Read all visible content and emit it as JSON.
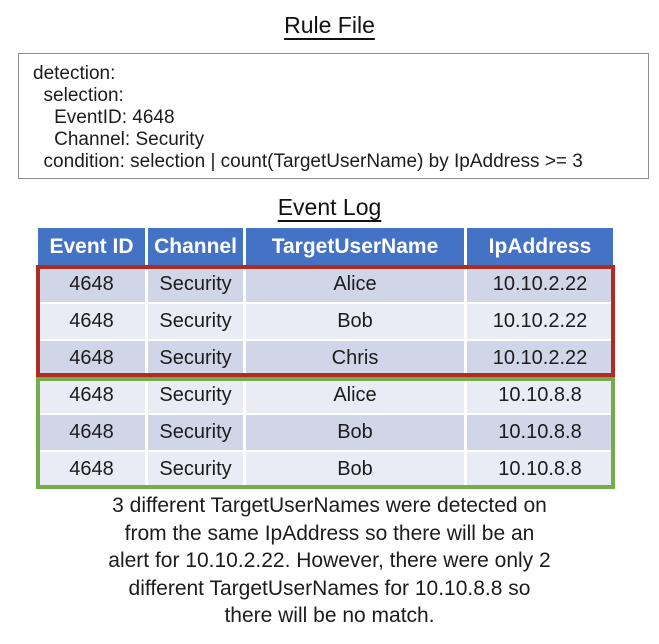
{
  "rule_file": {
    "title": "Rule File",
    "lines": [
      "detection:",
      "  selection:",
      "    EventID: 4648",
      "    Channel: Security",
      "  condition: selection | count(TargetUserName) by IpAddress >= 3"
    ]
  },
  "event_log": {
    "title": "Event Log",
    "headers": [
      "Event ID",
      "Channel",
      "TargetUserName",
      "IpAddress"
    ],
    "rows": [
      [
        "4648",
        "Security",
        "Alice",
        "10.10.2.22"
      ],
      [
        "4648",
        "Security",
        "Bob",
        "10.10.2.22"
      ],
      [
        "4648",
        "Security",
        "Chris",
        "10.10.2.22"
      ],
      [
        "4648",
        "Security",
        "Alice",
        "10.10.8.8"
      ],
      [
        "4648",
        "Security",
        "Bob",
        "10.10.8.8"
      ],
      [
        "4648",
        "Security",
        "Bob",
        "10.10.8.8"
      ]
    ],
    "highlights": [
      {
        "name": "alert-group",
        "rows": "1-3",
        "ip": "10.10.2.22",
        "color": "#B02B20"
      },
      {
        "name": "no-match-group",
        "rows": "4-6",
        "ip": "10.10.8.8",
        "color": "#74AC4C"
      }
    ]
  },
  "explanation": {
    "lines": [
      "3 different TargetUserNames were detected on",
      "from the same IpAddress so there will be an",
      "alert for 10.10.2.22. However, there were only 2",
      "different TargetUserNames for 10.10.8.8 so",
      "there will be no match."
    ]
  },
  "colors": {
    "header_bg": "#4472C4",
    "header_text": "#FFFFFF",
    "row_dark": "#D0D5E8",
    "row_light": "#E9EBF5",
    "alert_border": "#B02B20",
    "no_match_border": "#74AC4C",
    "rule_box_border": "#909090"
  }
}
